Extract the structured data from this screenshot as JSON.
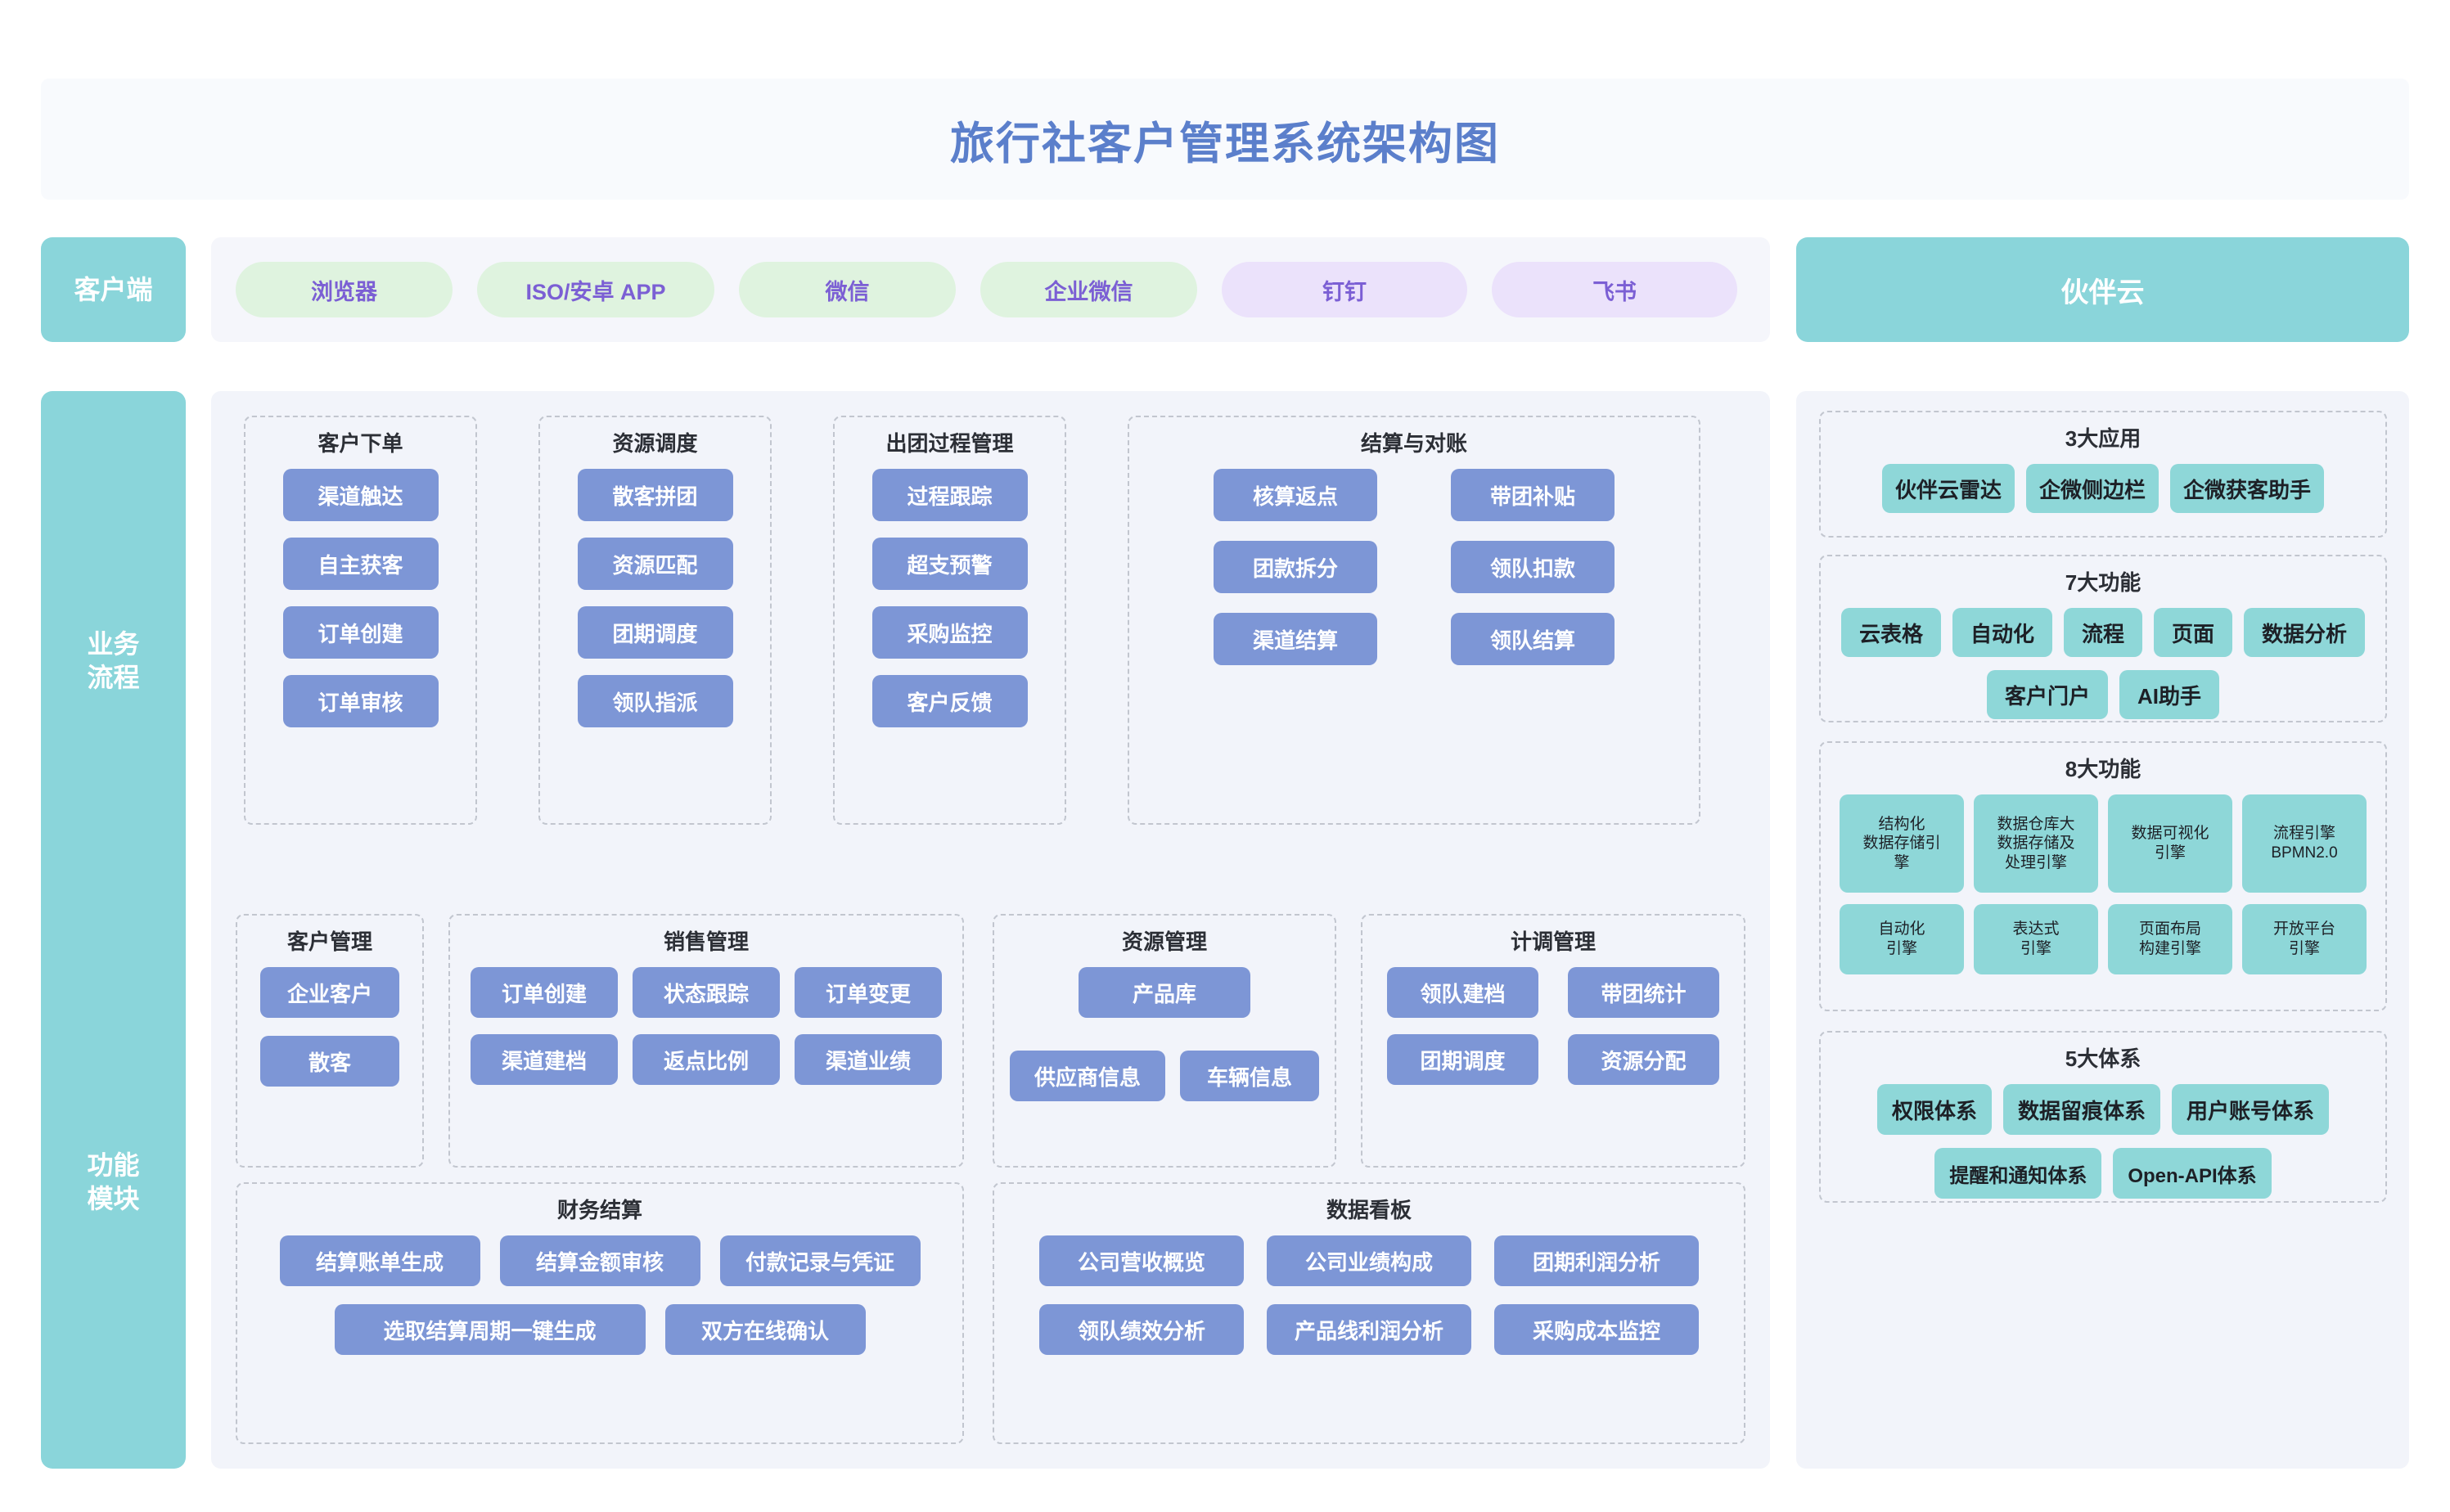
{
  "page": {
    "title": "旅行社客户管理系统架构图"
  },
  "client_layer": {
    "label": "客户端",
    "items": [
      {
        "label": "浏览器",
        "style": "green"
      },
      {
        "label": "ISO/安卓 APP",
        "style": "green"
      },
      {
        "label": "微信",
        "style": "green"
      },
      {
        "label": "企业微信",
        "style": "green"
      },
      {
        "label": "钉钉",
        "style": "purple"
      },
      {
        "label": "飞书",
        "style": "purple"
      }
    ]
  },
  "partner_cloud": {
    "label": "伙伴云",
    "groups": [
      {
        "title": "3大应用",
        "items": [
          "伙伴云雷达",
          "企微侧边栏",
          "企微获客助手"
        ]
      },
      {
        "title": "7大功能",
        "items": [
          "云表格",
          "自动化",
          "流程",
          "页面",
          "数据分析",
          "客户门户",
          "AI助手"
        ]
      },
      {
        "title": "8大功能",
        "items": [
          "结构化\n数据存储引\n擎",
          "数据仓库大\n数据存储及\n处理引擎",
          "数据可视化\n引擎",
          "流程引擎\nBPMN2.0",
          "自动化\n引擎",
          "表达式\n引擎",
          "页面布局\n构建引擎",
          "开放平台\n引擎"
        ]
      },
      {
        "title": "5大体系",
        "items": [
          "权限体系",
          "数据留痕体系",
          "用户账号体系",
          "提醒和通知体系",
          "Open-API体系"
        ]
      }
    ]
  },
  "business_process": {
    "label": "业务\n流程",
    "groups": [
      {
        "title": "客户下单",
        "items": [
          "渠道触达",
          "自主获客",
          "订单创建",
          "订单审核"
        ]
      },
      {
        "title": "资源调度",
        "items": [
          "散客拼团",
          "资源匹配",
          "团期调度",
          "领队指派"
        ]
      },
      {
        "title": "出团过程管理",
        "items": [
          "过程跟踪",
          "超支预警",
          "采购监控",
          "客户反馈"
        ]
      },
      {
        "title": "结算与对账",
        "items": [
          "核算返点",
          "带团补贴",
          "团款拆分",
          "领队扣款",
          "渠道结算",
          "领队结算"
        ]
      }
    ]
  },
  "function_modules": {
    "label": "功能\n模块",
    "groups": [
      {
        "title": "客户管理",
        "items": [
          "企业客户",
          "散客"
        ]
      },
      {
        "title": "销售管理",
        "items": [
          "订单创建",
          "状态跟踪",
          "订单变更",
          "渠道建档",
          "返点比例",
          "渠道业绩"
        ]
      },
      {
        "title": "资源管理",
        "items": [
          "产品库",
          "供应商信息",
          "车辆信息"
        ]
      },
      {
        "title": "计调管理",
        "items": [
          "领队建档",
          "带团统计",
          "团期调度",
          "资源分配"
        ]
      },
      {
        "title": "财务结算",
        "items": [
          "结算账单生成",
          "结算金额审核",
          "付款记录与凭证",
          "选取结算周期一键生成",
          "双方在线确认"
        ]
      },
      {
        "title": "数据看板",
        "items": [
          "公司营收概览",
          "公司业绩构成",
          "团期利润分析",
          "领队绩效分析",
          "产品线利润分析",
          "采购成本监控"
        ]
      }
    ]
  },
  "colors": {
    "title": "#5b7fcb",
    "teal": "#8ad5da",
    "chip_teal": "#8ed7d8",
    "chip_blue": "#7d96d6",
    "panel": "#f2f4fa",
    "pill_green": "#dff3df",
    "pill_purple": "#ebe2fb",
    "pill_text": "#7b5fd4",
    "dashed_border": "#c2c6cf"
  }
}
